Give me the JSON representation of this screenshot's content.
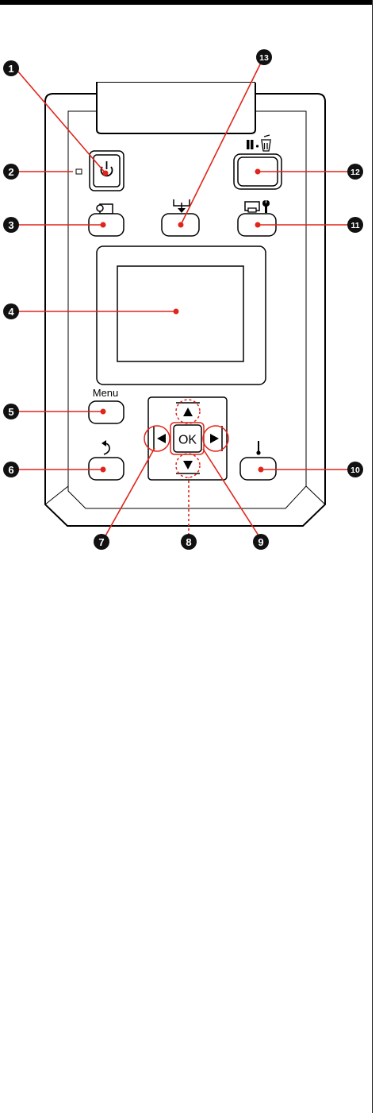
{
  "panel": {
    "menu_label": "Menu",
    "ok_label": "OK"
  },
  "callouts": [
    "1",
    "2",
    "3",
    "4",
    "5",
    "6",
    "7",
    "8",
    "9",
    "10",
    "11",
    "12",
    "13"
  ],
  "icons": {
    "power": "power-icon",
    "roll_paper": "roll-paper-icon",
    "menu": "menu-label",
    "back": "back-arrow-icon",
    "paper_feed": "paper-feed-icon",
    "pause_cancel": "pause-cancel-icon",
    "maintenance": "printer-wrench-icon",
    "heater": "thermometer-icon",
    "up": "up-triangle-icon",
    "down": "down-triangle-icon",
    "left": "left-triangle-icon",
    "right": "right-triangle-icon"
  },
  "colors": {
    "leader": "#e0251b",
    "dashed_circle": "#e0251b",
    "callout_fill": "#111111"
  }
}
